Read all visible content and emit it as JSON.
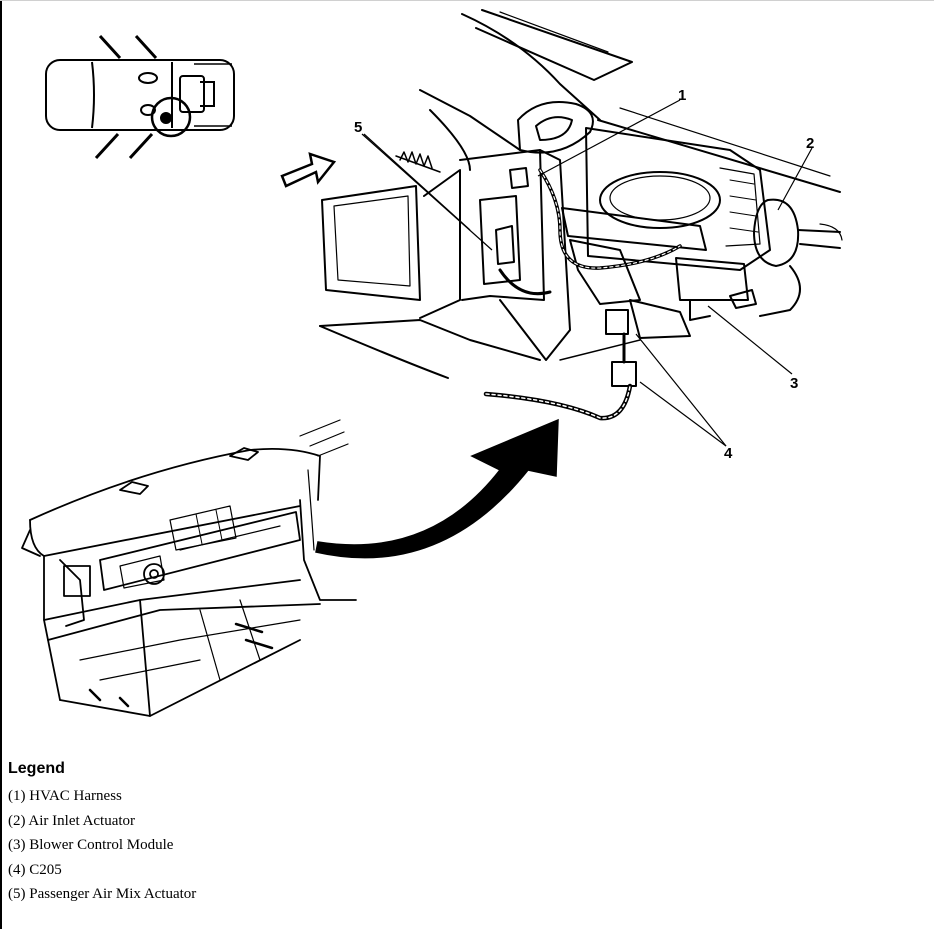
{
  "diagram": {
    "callouts": [
      "1",
      "2",
      "3",
      "4",
      "5"
    ]
  },
  "legend": {
    "title": "Legend",
    "items": [
      "(1) HVAC Harness",
      "(2) Air Inlet Actuator",
      "(3) Blower Control Module",
      "(4) C205",
      "(5) Passenger Air Mix Actuator"
    ]
  }
}
